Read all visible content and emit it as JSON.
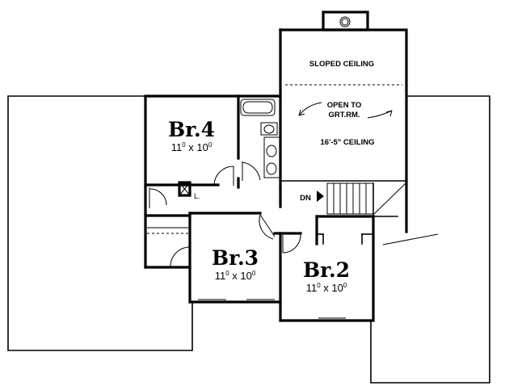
{
  "rooms": {
    "br4": {
      "name": "Br.4",
      "dim_a": "11",
      "dim_a_sup": "0",
      "sep": " x ",
      "dim_b": "10",
      "dim_b_sup": "0"
    },
    "br3": {
      "name": "Br.3",
      "dim_a": "11",
      "dim_a_sup": "0",
      "sep": " x ",
      "dim_b": "10",
      "dim_b_sup": "0"
    },
    "br2": {
      "name": "Br.2",
      "dim_a": "11",
      "dim_a_sup": "0",
      "sep": " x ",
      "dim_b": "10",
      "dim_b_sup": "0"
    }
  },
  "notes": {
    "sloped_ceiling": "SLOPED CEILING",
    "open_to_line1": "OPEN TO",
    "open_to_line2": "GRT.RM.",
    "ceiling_height": "16'-5\" CEILING",
    "down": "DN",
    "linen": "L."
  }
}
